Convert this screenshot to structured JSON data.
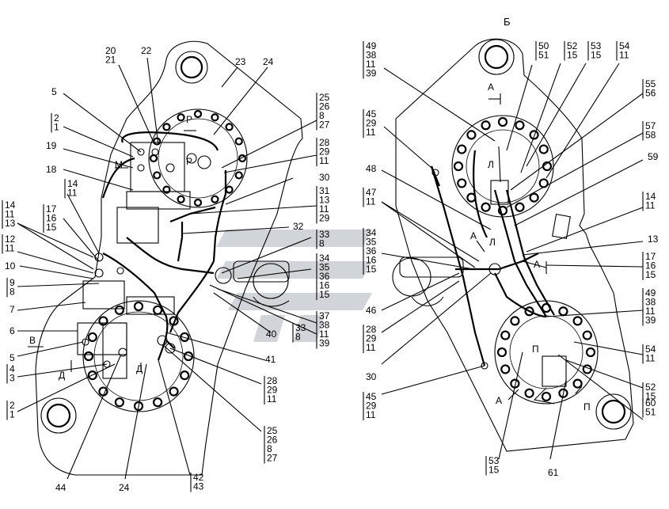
{
  "view_label": "Б",
  "watermark_color": "#c9ced3",
  "left": {
    "callouts": [
      {
        "id": "c20_21",
        "lines": [
          "20",
          "21"
        ]
      },
      {
        "id": "c22",
        "lines": [
          "22"
        ]
      },
      {
        "id": "c23",
        "lines": [
          "23"
        ]
      },
      {
        "id": "c24top",
        "lines": [
          "24"
        ]
      },
      {
        "id": "c5a",
        "lines": [
          "5"
        ]
      },
      {
        "id": "c25a",
        "lines": [
          "25",
          "26",
          "8",
          "27"
        ]
      },
      {
        "id": "c2_1a",
        "lines": [
          "2",
          "1"
        ]
      },
      {
        "id": "c19",
        "lines": [
          "19"
        ]
      },
      {
        "id": "c28a",
        "lines": [
          "28",
          "29",
          "11"
        ]
      },
      {
        "id": "cM",
        "lines": [
          "М"
        ]
      },
      {
        "id": "c18",
        "lines": [
          "18"
        ]
      },
      {
        "id": "c30a",
        "lines": [
          "30"
        ]
      },
      {
        "id": "c31",
        "lines": [
          "31",
          "13",
          "11",
          "29"
        ]
      },
      {
        "id": "c14a",
        "lines": [
          "14",
          "11"
        ]
      },
      {
        "id": "c14_11_13",
        "lines": [
          "14",
          "11",
          "13"
        ]
      },
      {
        "id": "c17_16_15",
        "lines": [
          "17",
          "16",
          "15"
        ]
      },
      {
        "id": "c32",
        "lines": [
          "32"
        ]
      },
      {
        "id": "c33_8",
        "lines": [
          "33",
          "8"
        ]
      },
      {
        "id": "c12_11",
        "lines": [
          "12",
          "11"
        ]
      },
      {
        "id": "c10",
        "lines": [
          "10"
        ]
      },
      {
        "id": "c34",
        "lines": [
          "34",
          "35",
          "36",
          "16",
          "15"
        ]
      },
      {
        "id": "c9_8",
        "lines": [
          "9",
          "8"
        ]
      },
      {
        "id": "c7",
        "lines": [
          "7"
        ]
      },
      {
        "id": "c37",
        "lines": [
          "37",
          "38",
          "11",
          "39"
        ]
      },
      {
        "id": "c40",
        "lines": [
          "40"
        ]
      },
      {
        "id": "c33_8b",
        "lines": [
          "33",
          "8"
        ]
      },
      {
        "id": "c6",
        "lines": [
          "6"
        ]
      },
      {
        "id": "c5b",
        "lines": [
          "5"
        ]
      },
      {
        "id": "cB",
        "lines": [
          "В"
        ]
      },
      {
        "id": "c4_3",
        "lines": [
          "4",
          "3"
        ]
      },
      {
        "id": "cD1",
        "lines": [
          "Д"
        ]
      },
      {
        "id": "cD2",
        "lines": [
          "Д"
        ]
      },
      {
        "id": "c41",
        "lines": [
          "41"
        ]
      },
      {
        "id": "c28b",
        "lines": [
          "28",
          "29",
          "11"
        ]
      },
      {
        "id": "c2_1b",
        "lines": [
          "2",
          "1"
        ]
      },
      {
        "id": "c25b",
        "lines": [
          "25",
          "26",
          "8",
          "27"
        ]
      },
      {
        "id": "c44",
        "lines": [
          "44"
        ]
      },
      {
        "id": "c24b",
        "lines": [
          "24"
        ]
      },
      {
        "id": "c42_43",
        "lines": [
          "42",
          "43"
        ]
      },
      {
        "id": "cP1",
        "lines": [
          "Р"
        ]
      },
      {
        "id": "cP2",
        "lines": [
          "Р"
        ]
      }
    ]
  },
  "right": {
    "callouts": [
      {
        "id": "r49a",
        "lines": [
          "49",
          "38",
          "11",
          "39"
        ]
      },
      {
        "id": "r50",
        "lines": [
          "50",
          "51"
        ]
      },
      {
        "id": "r52",
        "lines": [
          "52",
          "15"
        ]
      },
      {
        "id": "r53",
        "lines": [
          "53",
          "15"
        ]
      },
      {
        "id": "r54a",
        "lines": [
          "54",
          "11"
        ]
      },
      {
        "id": "r55",
        "lines": [
          "55",
          "56"
        ]
      },
      {
        "id": "r45a",
        "lines": [
          "45",
          "29",
          "11"
        ]
      },
      {
        "id": "rA1",
        "lines": [
          "А"
        ]
      },
      {
        "id": "r57",
        "lines": [
          "57",
          "58"
        ]
      },
      {
        "id": "rL1",
        "lines": [
          "Л"
        ]
      },
      {
        "id": "r59",
        "lines": [
          "59"
        ]
      },
      {
        "id": "r48",
        "lines": [
          "48"
        ]
      },
      {
        "id": "r47",
        "lines": [
          "47",
          "11"
        ]
      },
      {
        "id": "r14",
        "lines": [
          "14",
          "11"
        ]
      },
      {
        "id": "r34",
        "lines": [
          "34",
          "35",
          "36",
          "16",
          "15"
        ]
      },
      {
        "id": "rA2",
        "lines": [
          "А"
        ]
      },
      {
        "id": "rL2",
        "lines": [
          "Л"
        ]
      },
      {
        "id": "r13",
        "lines": [
          "13"
        ]
      },
      {
        "id": "r17",
        "lines": [
          "17",
          "16",
          "15"
        ]
      },
      {
        "id": "rA3",
        "lines": [
          "А"
        ]
      },
      {
        "id": "r46",
        "lines": [
          "46"
        ]
      },
      {
        "id": "r49b",
        "lines": [
          "49",
          "38",
          "11",
          "39"
        ]
      },
      {
        "id": "r28",
        "lines": [
          "28",
          "29",
          "11"
        ]
      },
      {
        "id": "r30",
        "lines": [
          "30"
        ]
      },
      {
        "id": "r54b",
        "lines": [
          "54",
          "11"
        ]
      },
      {
        "id": "rP1",
        "lines": [
          "П"
        ]
      },
      {
        "id": "r52b",
        "lines": [
          "52",
          "15"
        ]
      },
      {
        "id": "r45b",
        "lines": [
          "45",
          "29",
          "11"
        ]
      },
      {
        "id": "rA4",
        "lines": [
          "А"
        ]
      },
      {
        "id": "rP2",
        "lines": [
          "П"
        ]
      },
      {
        "id": "r60",
        "lines": [
          "60",
          "51"
        ]
      },
      {
        "id": "r53b",
        "lines": [
          "53",
          "15"
        ]
      },
      {
        "id": "r61",
        "lines": [
          "61"
        ]
      }
    ]
  }
}
